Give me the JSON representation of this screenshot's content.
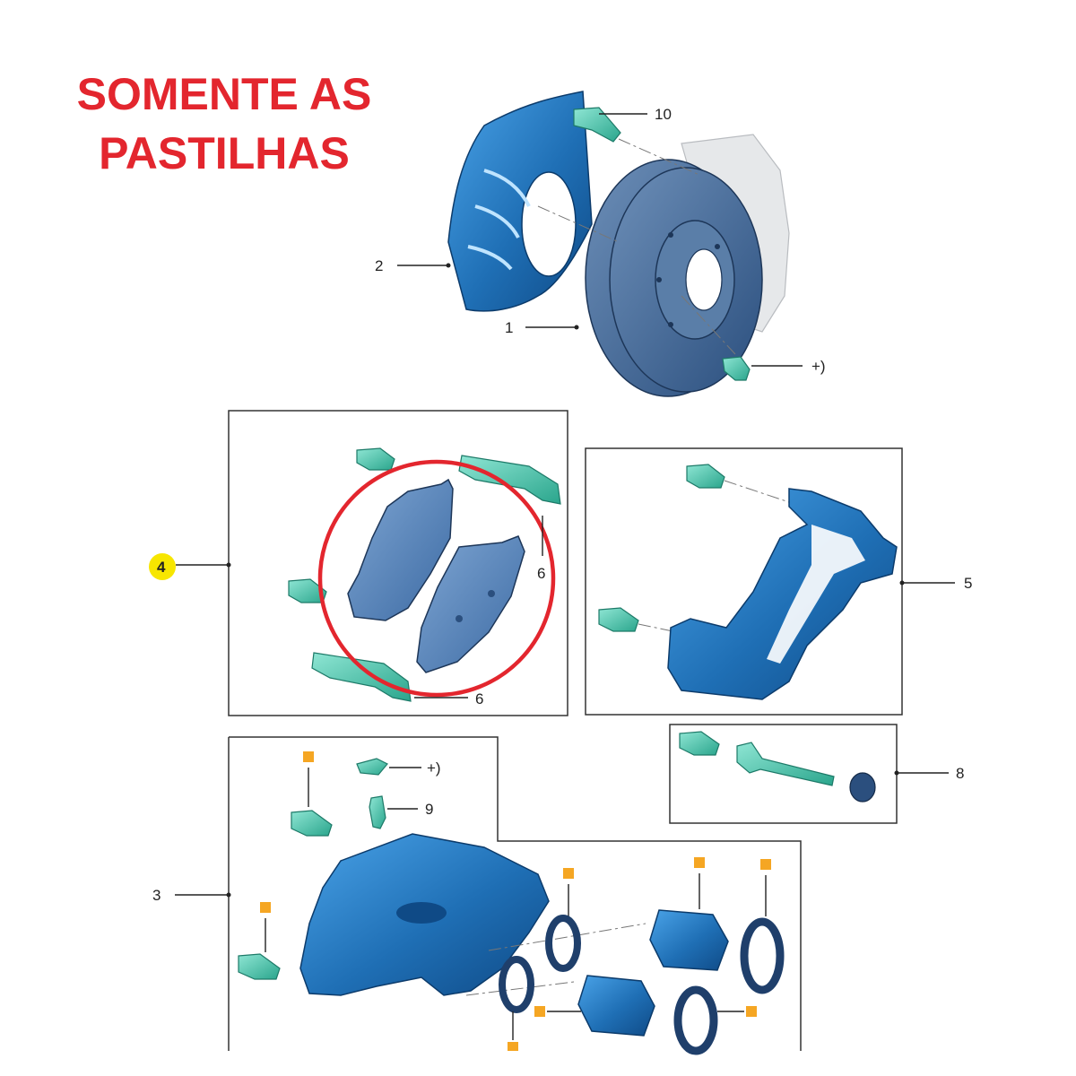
{
  "banner": {
    "line1": "SOMENTE AS",
    "line2": "PASTILHAS",
    "color": "#e3262e"
  },
  "callouts": {
    "disc": "1",
    "dust_shield": "2",
    "caliper": "3",
    "pad_kit": "4",
    "carrier": "5",
    "clip_upper": "6",
    "clip_lower": "6",
    "guide_pins": "8",
    "bleeder": "9",
    "hub_bolt": "10",
    "disc_screw": "+)",
    "bleeder_cap": "+)"
  },
  "colors": {
    "part_blue": "#1f6fb5",
    "part_dark": "#0f4a86",
    "fastener_teal": "#3cc3a8",
    "highlight_circle": "#e3262e",
    "marker_orange": "#f5a623",
    "badge_yellow": "#f7e600"
  }
}
